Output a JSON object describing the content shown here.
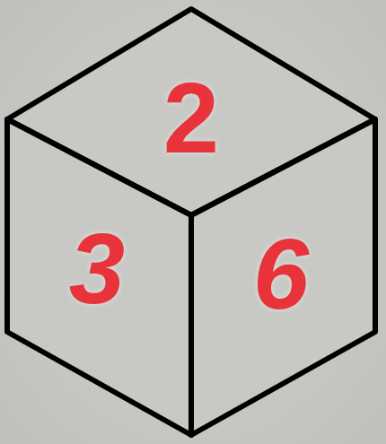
{
  "diagram": {
    "nodes": [
      {
        "text": [
          "2"
        ]
      },
      {
        "text": [
          "3"
        ]
      },
      {
        "text": [
          "6"
        ]
      }
    ]
  }
}
